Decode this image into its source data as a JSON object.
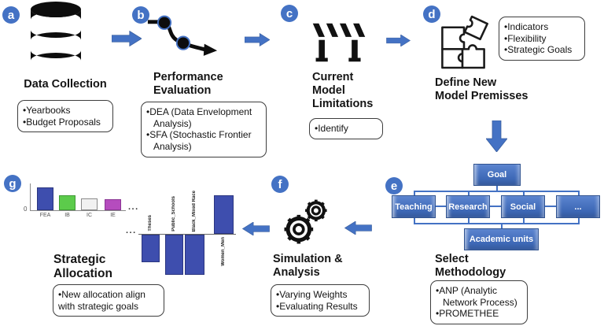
{
  "colors": {
    "accent_blue": "#4472C4",
    "icon_black": "#111111",
    "bar_blue": "#3E4EAE"
  },
  "steps": {
    "a": {
      "letter": "a",
      "title": "Data Collection",
      "items": [
        "Yearbooks",
        "Budget Proposals"
      ]
    },
    "b": {
      "letter": "b",
      "title_lines": [
        "Performance",
        "Evaluation"
      ],
      "items": [
        "DEA (Data Envelopment Analysis)",
        "SFA (Stochastic Frontier Analysis)"
      ]
    },
    "c": {
      "letter": "c",
      "title_lines": [
        "Current",
        "Model",
        "Limitations"
      ],
      "items": [
        "Identify"
      ]
    },
    "d": {
      "letter": "d",
      "title_lines": [
        "Define New",
        "Model Premisses"
      ],
      "items": [
        "Indicators",
        "Flexibility",
        "Strategic Goals"
      ]
    },
    "e": {
      "letter": "e",
      "title_lines": [
        "Select",
        "Methodology"
      ],
      "items": [
        "ANP (Analytic Network Process)",
        "PROMETHEE"
      ],
      "tree": {
        "goal": "Goal",
        "criteria": [
          "Teaching",
          "Research",
          "Social",
          "..."
        ],
        "alternatives": "Academic units"
      }
    },
    "f": {
      "letter": "f",
      "title_lines": [
        "Simulation &",
        "Analysis"
      ],
      "items": [
        "Varying Weights",
        "Evaluating Results"
      ]
    },
    "g": {
      "letter": "g",
      "title_lines": [
        "Strategic",
        "Allocation"
      ],
      "items": [
        "New allocation align with strategic goals"
      ]
    }
  },
  "chart_data": [
    {
      "type": "bar",
      "categories": [
        "FEA",
        "IB",
        "IC",
        "IE"
      ],
      "values": [
        29,
        19,
        15,
        14
      ],
      "bar_colors": [
        "#3E4EAE",
        "#5CCB4B",
        "#F1F1F1",
        "#B54CBE"
      ],
      "bar_borders": [
        "#2B3680",
        "#3E9A33",
        "#8A8A8A",
        "#8A3694"
      ],
      "y_zero_label": "0",
      "ellipsis": "...",
      "ylim": [
        0,
        32
      ],
      "grid": false,
      "legend": "none"
    },
    {
      "type": "bar",
      "categories": [
        "Theses",
        "Public_Schools",
        "Black_Mixed Race",
        "Women_Men"
      ],
      "values": [
        -35,
        -51,
        -51,
        49
      ],
      "bar_colors": [
        "#3E4EAE",
        "#3E4EAE",
        "#3E4EAE",
        "#3E4EAE"
      ],
      "bar_borders": [
        "#2B3680",
        "#2B3680",
        "#2B3680",
        "#2B3680"
      ],
      "ellipsis": "...",
      "ylim": [
        -55,
        55
      ],
      "grid": false,
      "legend": "none"
    }
  ]
}
